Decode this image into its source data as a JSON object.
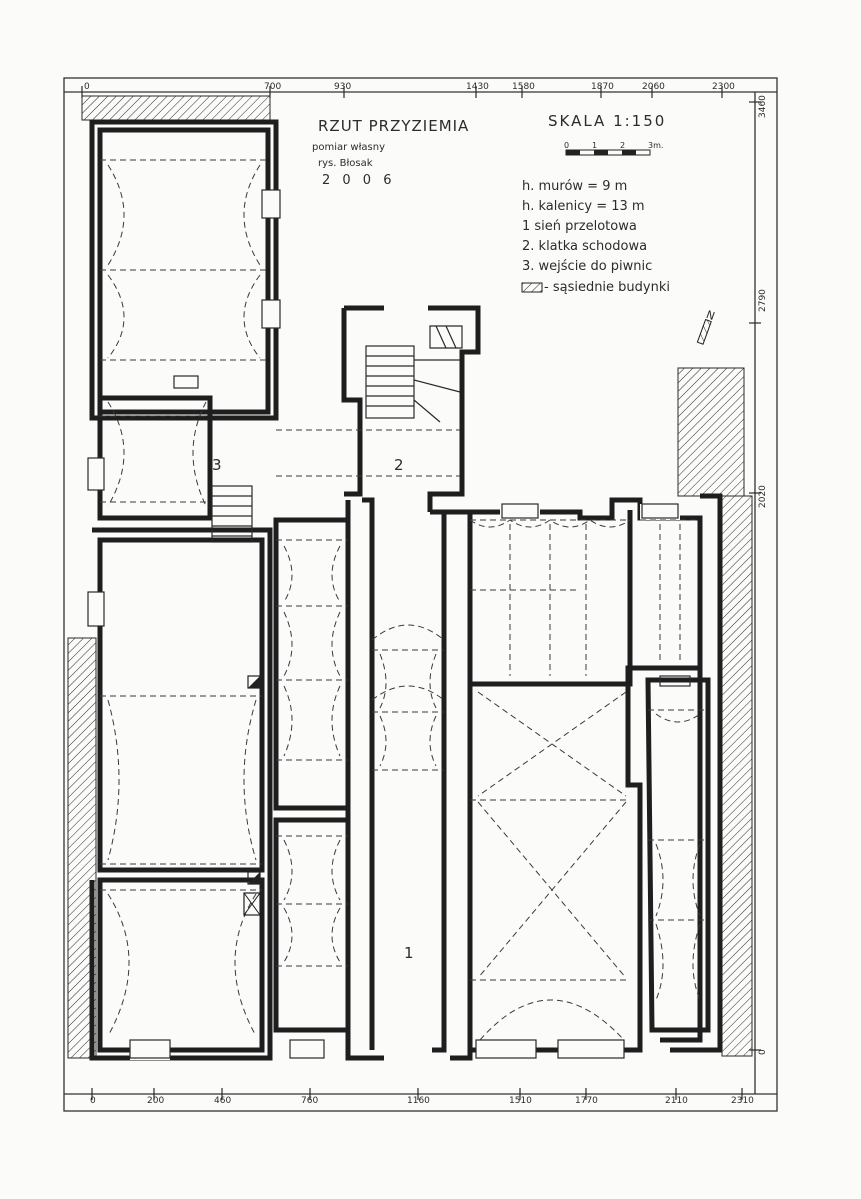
{
  "title": "RZUT PRZYZIEMIA",
  "survey": "pomiar własny",
  "drawn_by": "rys. Błosak",
  "year": "2 0 0 6",
  "scale": {
    "label": "SKALA 1:150",
    "ticks": [
      "0",
      "1",
      "2",
      "3m."
    ]
  },
  "legend": [
    "h. murów = 9 m",
    "h. kalenicy = 13 m",
    "1  sień przelotowa",
    "2. klatka schodowa",
    "3. wejście do piwnic",
    "- sąsiednie budynki"
  ],
  "top_dimensions": [
    "0",
    "700",
    "930",
    "1430",
    "1580",
    "1870",
    "2060",
    "2300"
  ],
  "bottom_dimensions": [
    "0",
    "200",
    "460",
    "760",
    "1160",
    "1510",
    "1770",
    "2110",
    "2310"
  ],
  "right_dimensions": [
    "3460",
    "2790",
    "2020",
    "0"
  ],
  "room_labels": [
    "1",
    "2",
    "3"
  ],
  "north_label": "N"
}
